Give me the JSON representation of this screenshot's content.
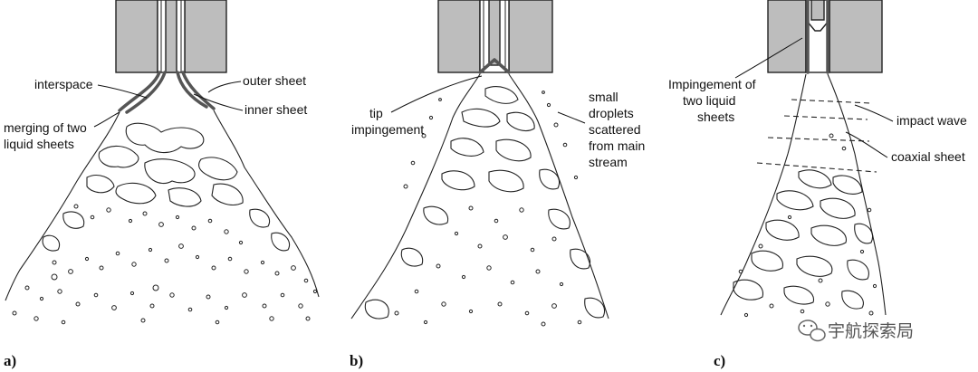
{
  "panels": [
    {
      "id": "a",
      "panel_label": "a)",
      "labels": {
        "interspace": "interspace",
        "outer_sheet": "outer sheet",
        "inner_sheet": "inner sheet",
        "merging_line1": "merging of two",
        "merging_line2": "liquid sheets"
      }
    },
    {
      "id": "b",
      "panel_label": "b)",
      "labels": {
        "tip_line1": "tip",
        "tip_line2": "impingement",
        "small_line1": "small",
        "small_line2": "droplets",
        "small_line3": "scattered",
        "small_line4": "from main",
        "small_line5": "stream"
      }
    },
    {
      "id": "c",
      "panel_label": "c)",
      "labels": {
        "imp_line1": "Impingement of",
        "imp_line2": "two liquid",
        "imp_line3": "sheets",
        "impact_wave": "impact wave",
        "coaxial_sheet": "coaxial sheet"
      }
    }
  ],
  "watermark": {
    "text": "宇航探索局",
    "icon": "wechat-icon"
  }
}
